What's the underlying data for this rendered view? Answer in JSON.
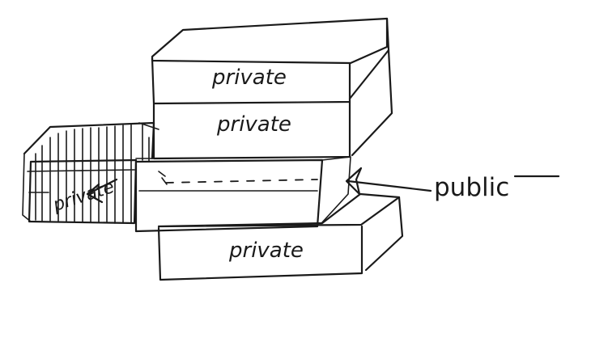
{
  "diagram": {
    "labels": {
      "top_block": "private",
      "second_block": "private",
      "left_box": "private",
      "public": "public",
      "bottom_block": "private"
    }
  }
}
